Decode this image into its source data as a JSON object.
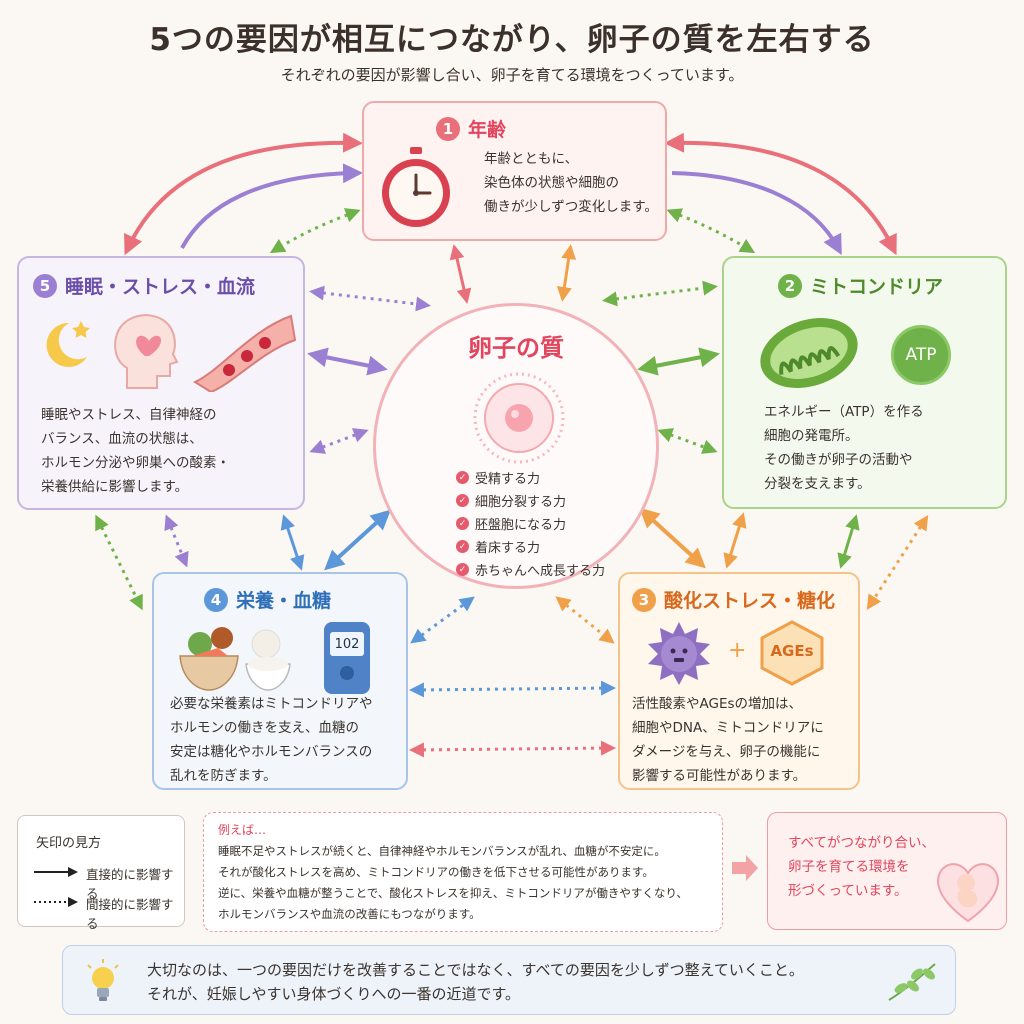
{
  "header": {
    "title": "5つの要因が相互につながり、卵子の質を左右する",
    "subtitle": "それぞれの要因が影響し合い、卵子を育てる環境をつくっています。"
  },
  "center": {
    "title": "卵子の質",
    "items": [
      "受精する力",
      "細胞分裂する力",
      "胚盤胞になる力",
      "着床する力",
      "赤ちゃんへ成長する力"
    ]
  },
  "factors": {
    "age": {
      "num": "1",
      "title": "年齢",
      "color": "#e2455d",
      "lines": [
        "年齢とともに、",
        "染色体の状態や細胞の",
        "働きが少しずつ変化します。"
      ]
    },
    "mito": {
      "num": "2",
      "title": "ミトコンドリア",
      "color": "#5a9a32",
      "badge": "ATP",
      "lines": [
        "エネルギー（ATP）を作る",
        "細胞の発電所。",
        "その働きが卵子の活動や",
        "分裂を支えます。"
      ]
    },
    "oxid": {
      "num": "3",
      "title": "酸化ストレス・糖化",
      "color": "#e07a1f",
      "plus": "+",
      "badge": "AGEs",
      "lines": [
        "活性酸素やAGEsの増加は、",
        "細胞やDNA、ミトコンドリアに",
        "ダメージを与え、卵子の機能に",
        "影響する可能性があります。"
      ]
    },
    "nutr": {
      "num": "4",
      "title": "栄養・血糖",
      "color": "#3f7fcf",
      "meter": "102",
      "lines": [
        "必要な栄養素はミトコンドリアや",
        "ホルモンの働きを支え、血糖の",
        "安定は糖化やホルモンバランスの",
        "乱れを防ぎます。"
      ]
    },
    "sleep": {
      "num": "5",
      "title": "睡眠・ストレス・血流",
      "color": "#7b5bb8",
      "lines": [
        "睡眠やストレス、自律神経の",
        "バランス、血流の状態は、",
        "ホルモン分泌や卵巣への酸素・",
        "栄養供給に影響します。"
      ]
    }
  },
  "legend": {
    "title": "矢印の見方",
    "direct": "直接的に影響する",
    "indirect": "間接的に影響する"
  },
  "example": {
    "heading": "例えば…",
    "lines": [
      "睡眠不足やストレスが続くと、自律神経やホルモンバランスが乱れ、血糖が不安定に。",
      "それが酸化ストレスを高め、ミトコンドリアの働きを低下させる可能性があります。",
      "逆に、栄養や血糖が整うことで、酸化ストレスを抑え、ミトコンドリアが働きやすくなり、",
      "ホルモンバランスや血流の改善にもつながります。"
    ]
  },
  "summary": {
    "lines": [
      "すべてがつながり合い、",
      "卵子を育てる環境を",
      "形づくっています。"
    ]
  },
  "bottom": {
    "lines": [
      "大切なのは、一つの要因だけを改善することではなく、すべての要因を少しずつ整えていくこと。",
      "それが、妊娠しやすい身体づくりへの一番の近道です。"
    ]
  }
}
